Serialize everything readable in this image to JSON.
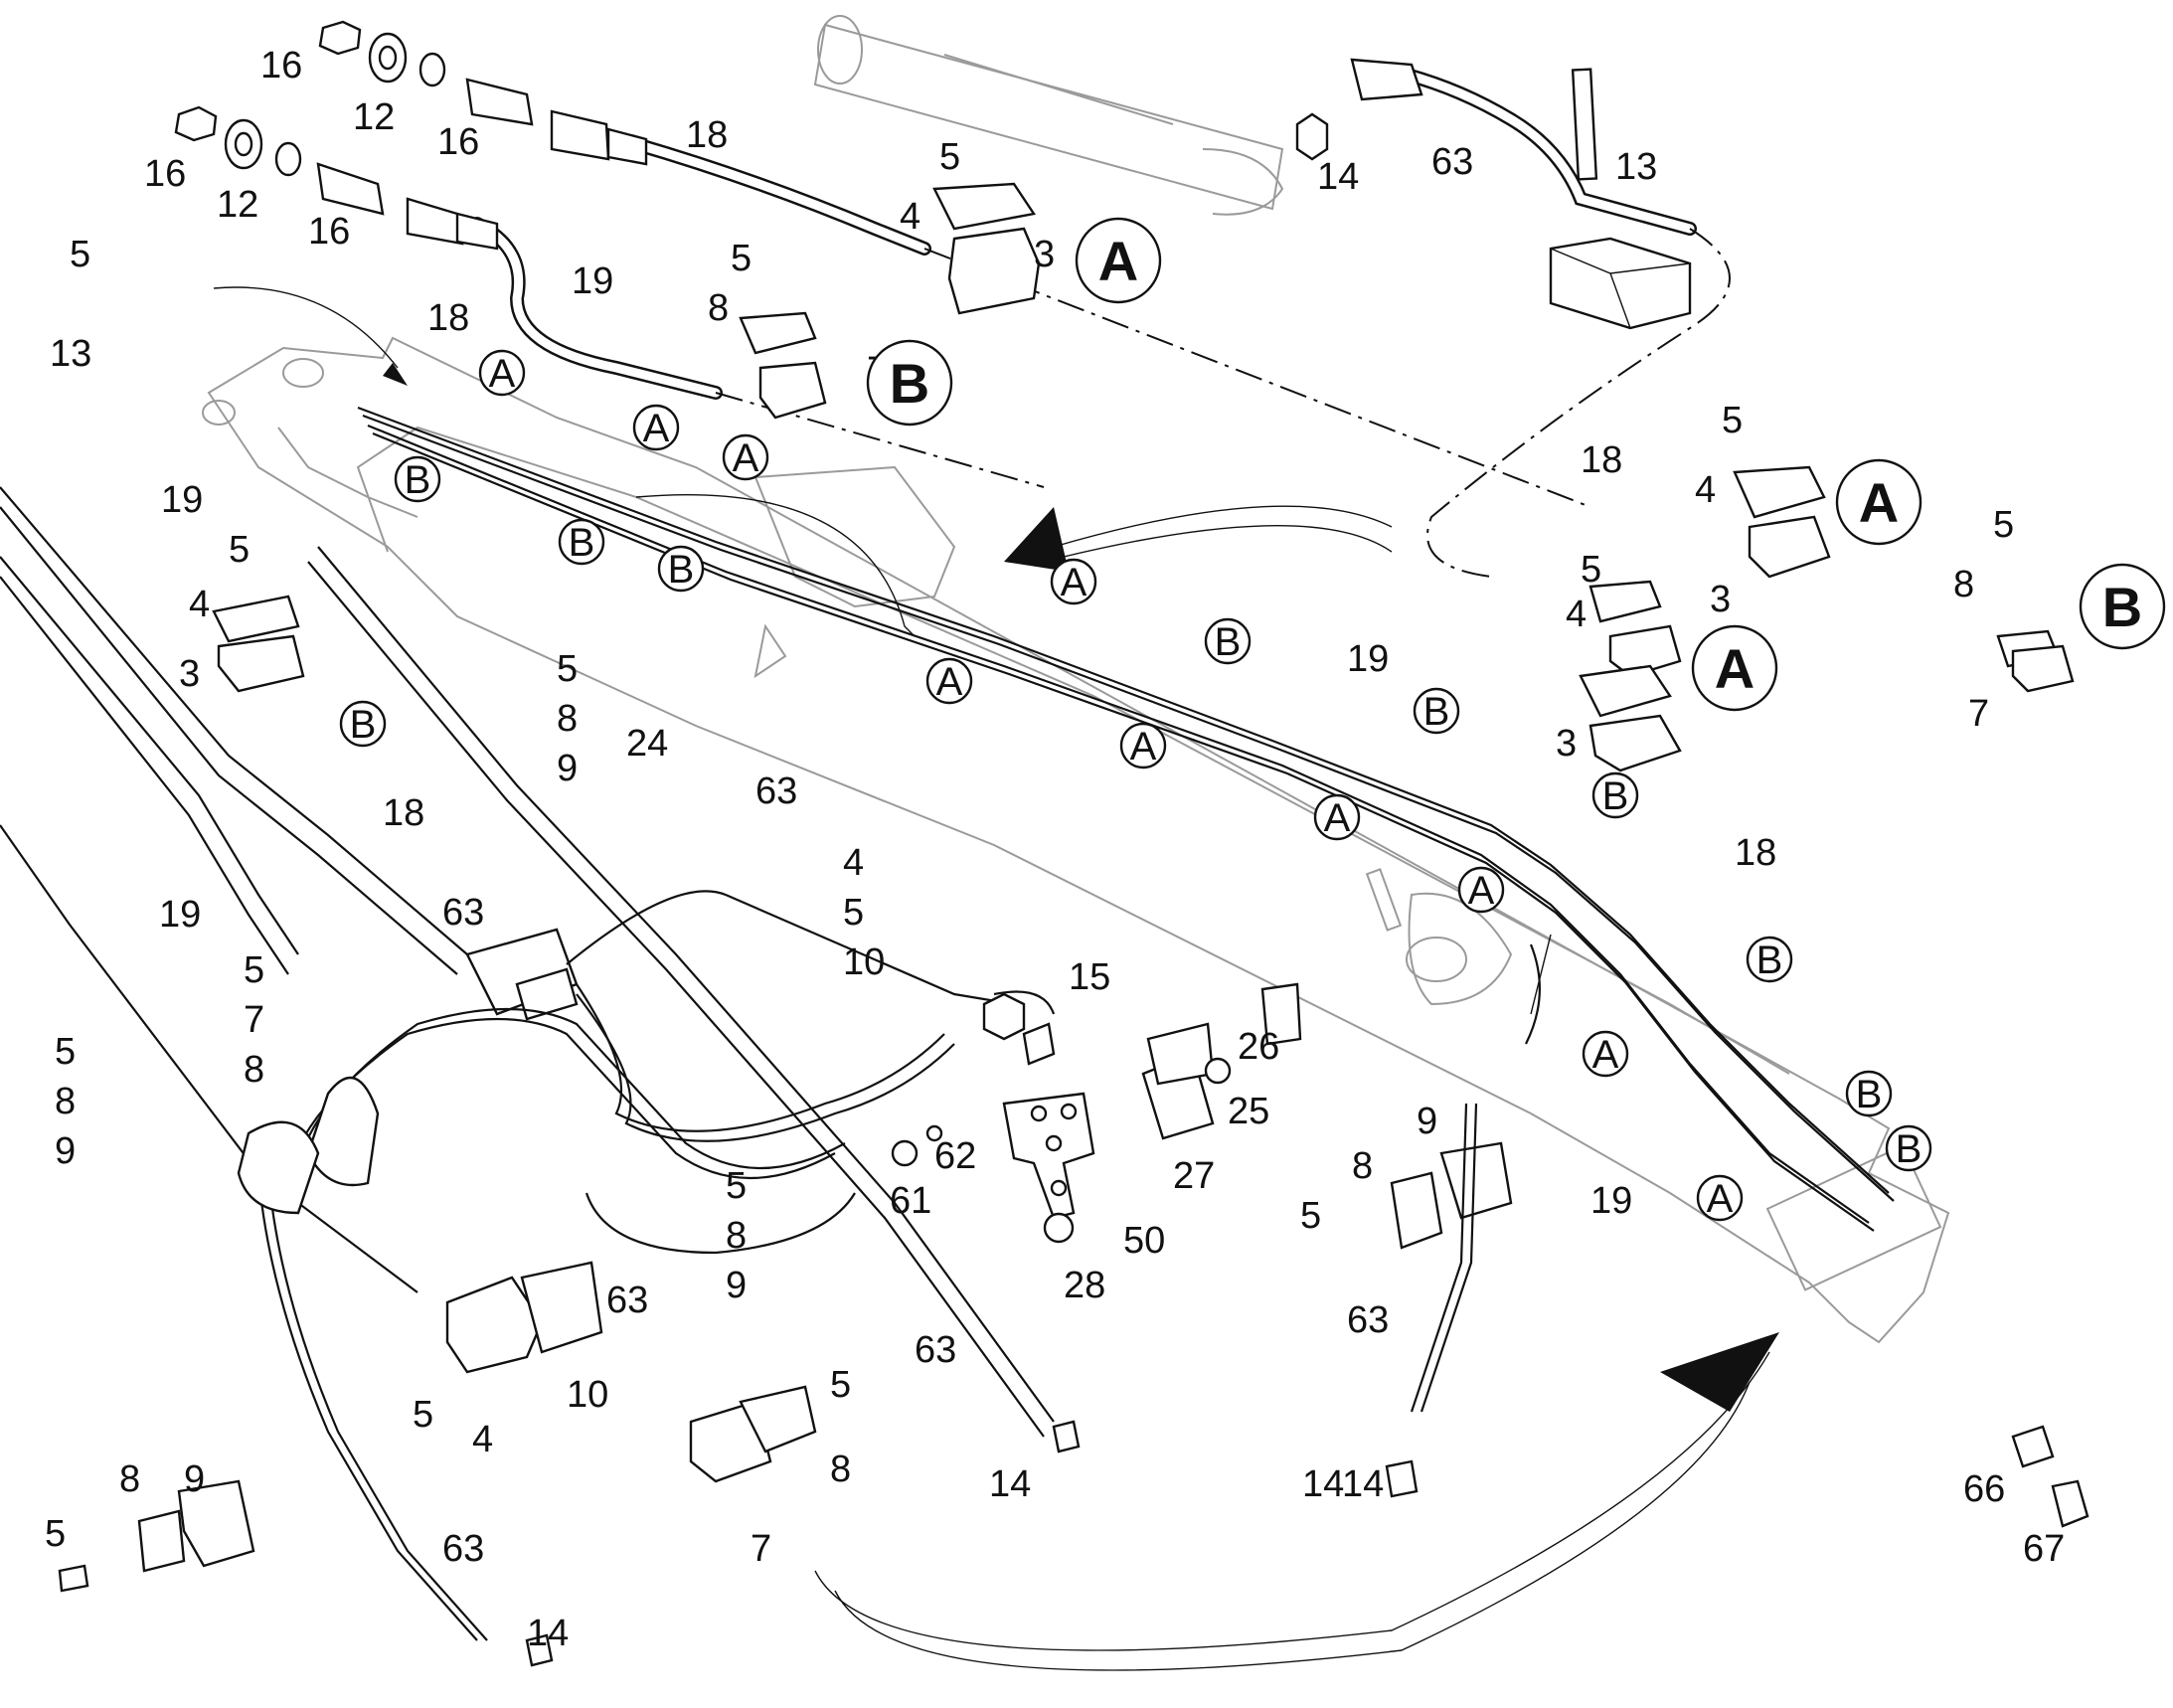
{
  "diagram": {
    "part_labels": [
      {
        "id": "l-16a",
        "text": "16"
      },
      {
        "id": "l-12a",
        "text": "12"
      },
      {
        "id": "l-16b",
        "text": "16"
      },
      {
        "id": "l-18a",
        "text": "18"
      },
      {
        "id": "l-16c",
        "text": "16"
      },
      {
        "id": "l-12b",
        "text": "12"
      },
      {
        "id": "l-16d",
        "text": "16"
      },
      {
        "id": "l-19a",
        "text": "19"
      },
      {
        "id": "l-5a",
        "text": "5"
      },
      {
        "id": "l-13a",
        "text": "13"
      },
      {
        "id": "l-18b",
        "text": "18"
      },
      {
        "id": "l-19b",
        "text": "19"
      },
      {
        "id": "l-5b",
        "text": "5"
      },
      {
        "id": "l-4a",
        "text": "4"
      },
      {
        "id": "l-3a",
        "text": "3"
      },
      {
        "id": "l-5c",
        "text": "5"
      },
      {
        "id": "l-8a",
        "text": "8"
      },
      {
        "id": "l-7a",
        "text": "7"
      },
      {
        "id": "l-14a",
        "text": "14"
      },
      {
        "id": "l-63a",
        "text": "63"
      },
      {
        "id": "l-13b",
        "text": "13"
      },
      {
        "id": "l-18c",
        "text": "18"
      },
      {
        "id": "l-5d",
        "text": "5"
      },
      {
        "id": "l-4b",
        "text": "4"
      },
      {
        "id": "l-5e",
        "text": "5"
      },
      {
        "id": "l-8b",
        "text": "8"
      },
      {
        "id": "l-3b",
        "text": "3"
      },
      {
        "id": "l-5f",
        "text": "5"
      },
      {
        "id": "l-4c",
        "text": "4"
      },
      {
        "id": "l-7b",
        "text": "7"
      },
      {
        "id": "l-19c",
        "text": "19"
      },
      {
        "id": "l-3c",
        "text": "3"
      },
      {
        "id": "l-5g",
        "text": "5"
      },
      {
        "id": "l-4d",
        "text": "4"
      },
      {
        "id": "l-3d",
        "text": "3"
      },
      {
        "id": "l-5h",
        "text": "5"
      },
      {
        "id": "l-8c",
        "text": "8"
      },
      {
        "id": "l-9a",
        "text": "9"
      },
      {
        "id": "l-24",
        "text": "24"
      },
      {
        "id": "l-18d",
        "text": "18"
      },
      {
        "id": "l-63b",
        "text": "63"
      },
      {
        "id": "l-19d",
        "text": "19"
      },
      {
        "id": "l-63c",
        "text": "63"
      },
      {
        "id": "l-4e",
        "text": "4"
      },
      {
        "id": "l-5i",
        "text": "5"
      },
      {
        "id": "l-10a",
        "text": "10"
      },
      {
        "id": "l-5j",
        "text": "5"
      },
      {
        "id": "l-7c",
        "text": "7"
      },
      {
        "id": "l-8d",
        "text": "8"
      },
      {
        "id": "l-5k",
        "text": "5"
      },
      {
        "id": "l-8e",
        "text": "8"
      },
      {
        "id": "l-9b",
        "text": "9"
      },
      {
        "id": "l-15",
        "text": "15"
      },
      {
        "id": "l-26",
        "text": "26"
      },
      {
        "id": "l-25",
        "text": "25"
      },
      {
        "id": "l-62",
        "text": "62"
      },
      {
        "id": "l-61",
        "text": "61"
      },
      {
        "id": "l-27",
        "text": "27"
      },
      {
        "id": "l-50",
        "text": "50"
      },
      {
        "id": "l-28",
        "text": "28"
      },
      {
        "id": "l-5l",
        "text": "5"
      },
      {
        "id": "l-8f",
        "text": "8"
      },
      {
        "id": "l-9c",
        "text": "9"
      },
      {
        "id": "l-63d",
        "text": "63"
      },
      {
        "id": "l-18e",
        "text": "18"
      },
      {
        "id": "l-19e",
        "text": "19"
      },
      {
        "id": "l-9d",
        "text": "9"
      },
      {
        "id": "l-8g",
        "text": "8"
      },
      {
        "id": "l-5m",
        "text": "5"
      },
      {
        "id": "l-63e",
        "text": "63"
      },
      {
        "id": "l-14b",
        "text": "14"
      },
      {
        "id": "l-10b",
        "text": "10"
      },
      {
        "id": "l-5n",
        "text": "5"
      },
      {
        "id": "l-4f",
        "text": "4"
      },
      {
        "id": "l-5o",
        "text": "5"
      },
      {
        "id": "l-8h",
        "text": "8"
      },
      {
        "id": "l-7d",
        "text": "7"
      },
      {
        "id": "l-63f",
        "text": "63"
      },
      {
        "id": "l-14c",
        "text": "14"
      },
      {
        "id": "l-14d",
        "text": "14"
      },
      {
        "id": "l-5p",
        "text": "5"
      },
      {
        "id": "l-8i",
        "text": "8"
      },
      {
        "id": "l-9e",
        "text": "9"
      },
      {
        "id": "l-63g",
        "text": "63"
      },
      {
        "id": "l-14e",
        "text": "14"
      },
      {
        "id": "l-66",
        "text": "66"
      },
      {
        "id": "l-67",
        "text": "67"
      }
    ],
    "callouts": [
      {
        "id": "c-A1",
        "text": "A"
      },
      {
        "id": "c-B1",
        "text": "B"
      },
      {
        "id": "c-A2",
        "text": "A"
      },
      {
        "id": "c-B2",
        "text": "B"
      },
      {
        "id": "c-A3",
        "text": "A"
      },
      {
        "id": "c-A4",
        "text": "A"
      },
      {
        "id": "c-A5",
        "text": "A"
      },
      {
        "id": "c-B3",
        "text": "B"
      },
      {
        "id": "c-B4",
        "text": "B"
      },
      {
        "id": "c-B5",
        "text": "B"
      },
      {
        "id": "c-A6",
        "text": "A"
      },
      {
        "id": "c-A7",
        "text": "A"
      },
      {
        "id": "c-B6",
        "text": "B"
      },
      {
        "id": "c-A8",
        "text": "A"
      },
      {
        "id": "c-B7",
        "text": "B"
      },
      {
        "id": "c-A9",
        "text": "A"
      },
      {
        "id": "c-B8",
        "text": "B"
      },
      {
        "id": "c-B9",
        "text": "B"
      },
      {
        "id": "c-A10",
        "text": "A"
      },
      {
        "id": "c-B10",
        "text": "B"
      },
      {
        "id": "c-B11",
        "text": "B"
      },
      {
        "id": "c-A11",
        "text": "A"
      },
      {
        "id": "c-A12",
        "text": "A"
      },
      {
        "id": "c-Abig1",
        "text": "A"
      },
      {
        "id": "c-Bbig1",
        "text": "B"
      },
      {
        "id": "c-Abig2",
        "text": "A"
      },
      {
        "id": "c-Bbig2",
        "text": "B"
      },
      {
        "id": "c-Abig3",
        "text": "A"
      }
    ]
  }
}
